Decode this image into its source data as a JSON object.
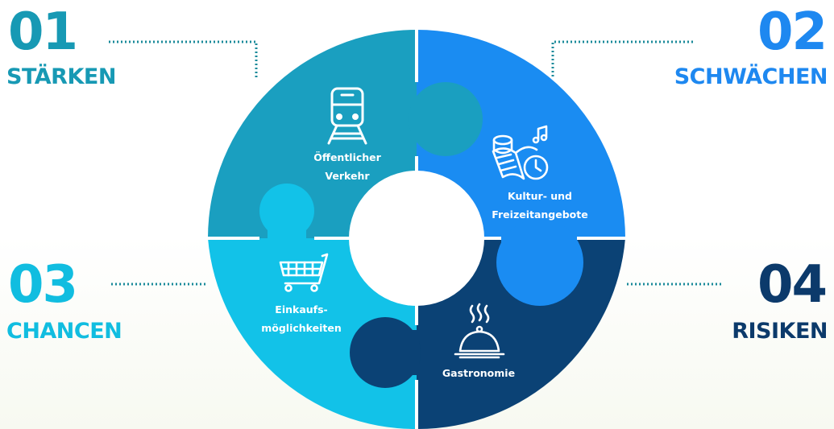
{
  "quadrants": [
    {
      "number": "01",
      "label": "STÄRKEN",
      "color": "#1799b4"
    },
    {
      "number": "02",
      "label": "SCHWÄCHEN",
      "color": "#1e88f0"
    },
    {
      "number": "03",
      "label": "CHANCEN",
      "color": "#11bde0"
    },
    {
      "number": "04",
      "label": "RISIKEN",
      "color": "#0c3a6b"
    }
  ],
  "pieces": [
    {
      "line1": "Öffentlicher",
      "line2": "Verkehr",
      "icon": "train-icon",
      "color": "#1a9fc0"
    },
    {
      "line1": "Kultur- und",
      "line2": "Freizeitangebote",
      "icon": "culture-leisure-icon",
      "color": "#1a8cf2"
    },
    {
      "line1": "Einkaufs-",
      "line2": "möglichkeiten",
      "icon": "shopping-cart-icon",
      "color": "#12c2e8"
    },
    {
      "line1": "Gastronomie",
      "line2": "",
      "icon": "serving-cloche-icon",
      "color": "#0b4275"
    }
  ],
  "connector_color": "#1a8a9a"
}
